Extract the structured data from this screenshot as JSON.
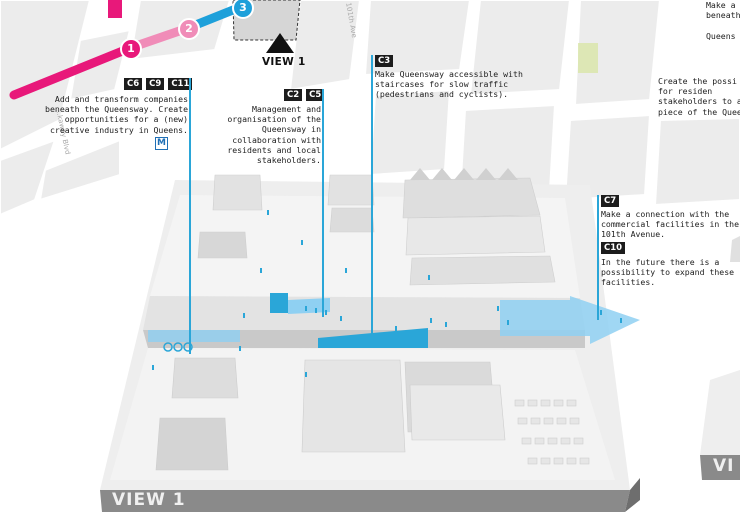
{
  "view_title": "VIEW 1",
  "view_label_bottom": "VIEW 1",
  "view_label_right": "VI",
  "streets": {
    "ave101": "101th Ave",
    "blvd": "...kaway Blvd"
  },
  "metro_label": "M",
  "stations": [
    "1",
    "2",
    "3"
  ],
  "colors": {
    "accent": "#2aa6d8",
    "magenta": "#e8187a",
    "pink": "#f08cb8",
    "blue": "#1ea0da",
    "dark": "#1c1c1c"
  },
  "annotations": {
    "c6_c9_c11": {
      "tags": [
        "C6",
        "C9",
        "C11"
      ],
      "text": "Add and transform companies\nbeneath the Queensway. Create\nopportunities for a (new)\ncreative industry in Queens."
    },
    "c2_c5": {
      "tags": [
        "C2",
        "C5"
      ],
      "text": "Management and\norganisation of the\nQueensway in\ncollaboration with\nresidents and local\nstakeholders."
    },
    "c3": {
      "tags": [
        "C3"
      ],
      "text": "Make Queensway accessible with\nstaircases for slow traffic\n(pedestrians and cyclists)."
    },
    "c7": {
      "tags": [
        "C7"
      ],
      "text": "Make a connection with the\ncommercial facilities in the\n101th Avenue."
    },
    "c10": {
      "tags": [
        "C10"
      ],
      "text": "In the future there is a\npossibility to expand these\nfacilities."
    }
  },
  "clipped_text": {
    "top_right": "Make a\nbeneath\n\nQueens",
    "right_mid": "Create the possi\nfor residen\nstakeholders to a\npiece of the Quee"
  }
}
